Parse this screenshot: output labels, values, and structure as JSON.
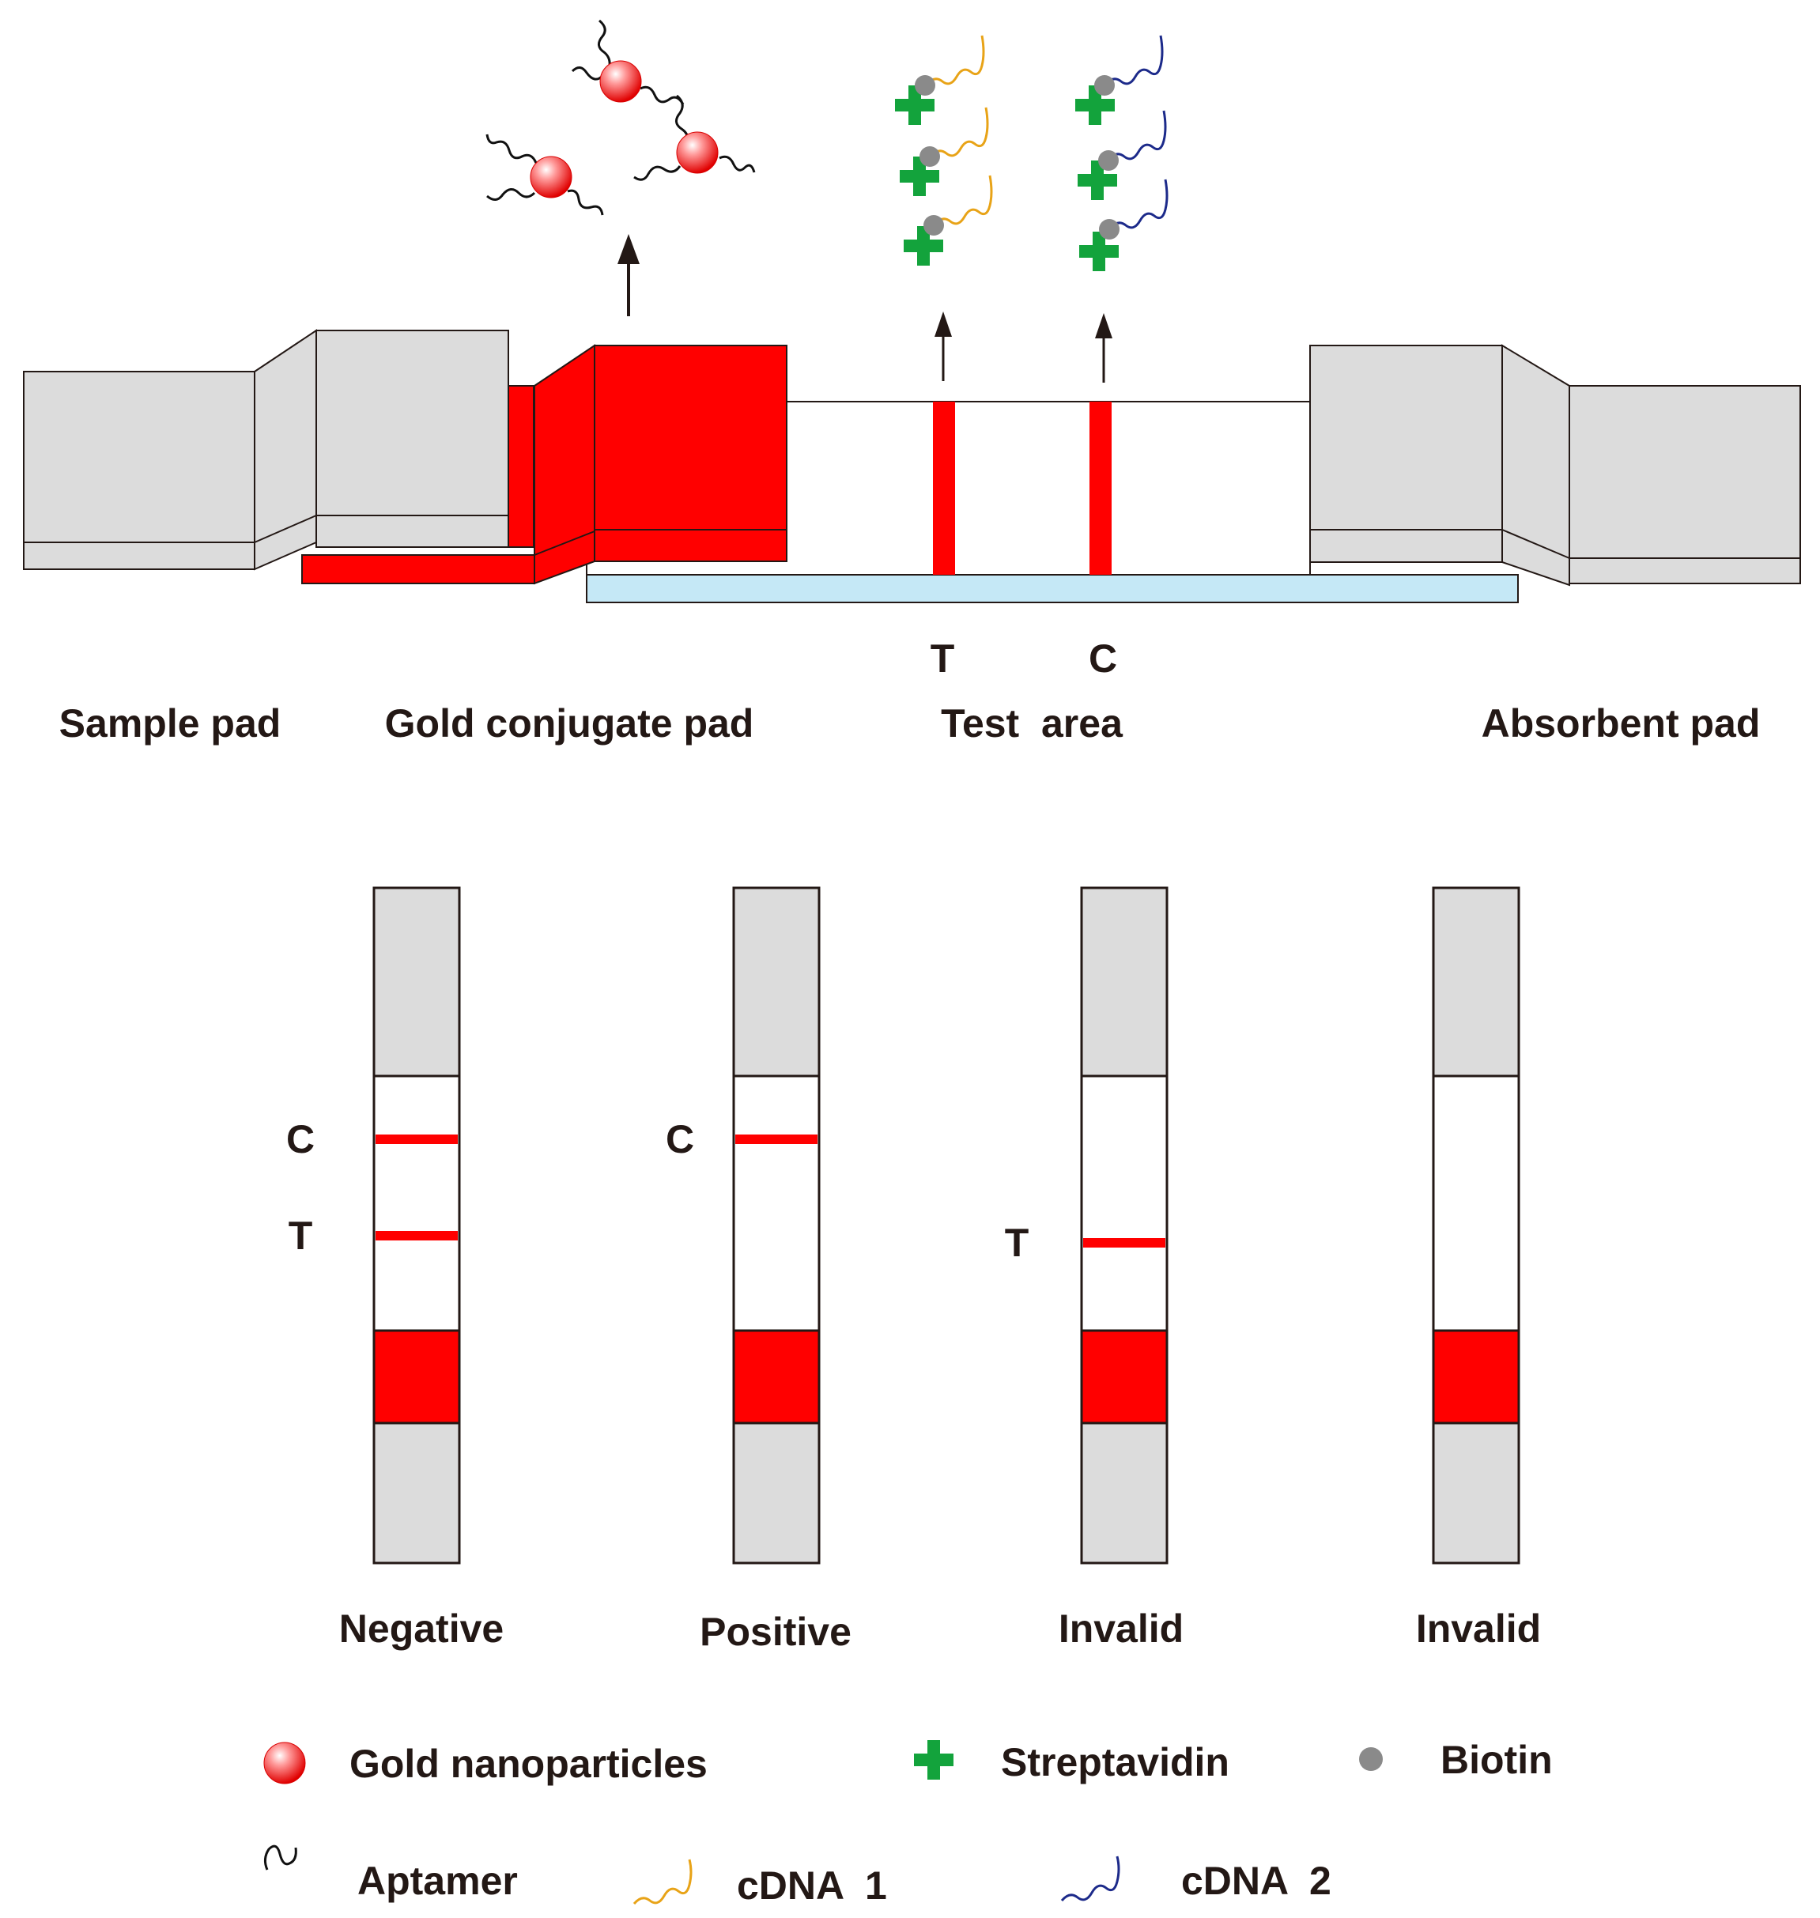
{
  "top": {
    "line_labels": {
      "test": "T",
      "control": "C"
    },
    "section_labels": {
      "sample_pad": "Sample pad",
      "conjugate_pad": "Gold conjugate pad",
      "test_area": "Test  area",
      "absorbent_pad": "Absorbent pad"
    }
  },
  "strips": [
    {
      "result": "Negative",
      "c_label": "C",
      "t_label": "T",
      "has_c": true,
      "has_t": true
    },
    {
      "result": "Positive",
      "c_label": "C",
      "t_label": "",
      "has_c": true,
      "has_t": false
    },
    {
      "result": "Invalid",
      "c_label": "",
      "t_label": "T",
      "has_c": false,
      "has_t": true
    },
    {
      "result": "Invalid",
      "c_label": "",
      "t_label": "",
      "has_c": false,
      "has_t": false
    }
  ],
  "legend": {
    "gold": "Gold nanoparticles",
    "streptavidin": "Streptavidin",
    "biotin": "Biotin",
    "aptamer": "Aptamer",
    "cdna1": "cDNA  1",
    "cdna2": "cDNA  2"
  },
  "colors": {
    "red": "#ff0000",
    "pad_gray": "#dcdcdc",
    "backing_blue": "#c5e8f6",
    "streptavidin_green": "#13a33c",
    "biotin_gray": "#8a8a8a",
    "cdna1_orange": "#e8a317",
    "cdna2_blue": "#1c2a8a",
    "aptamer_black": "#111111",
    "text": "#231815"
  }
}
